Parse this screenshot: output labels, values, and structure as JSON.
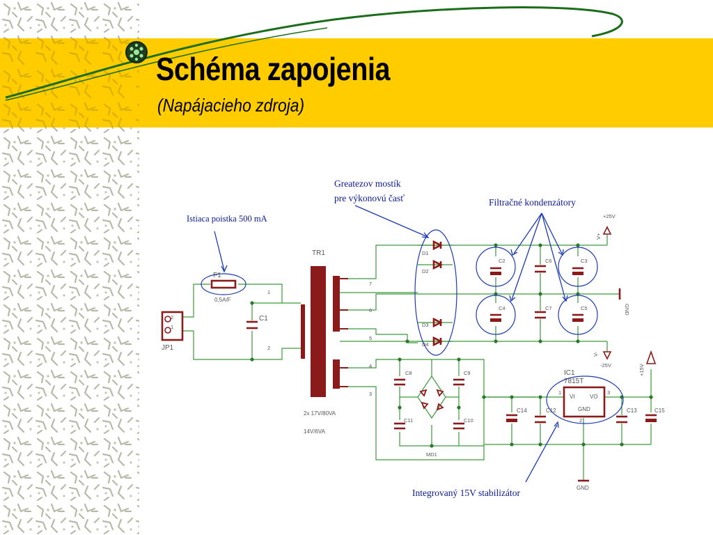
{
  "slide": {
    "title": "Schéma zapojenia",
    "subtitle": "(Napájacieho zdroja)"
  },
  "colors": {
    "banner": "#ffcc00",
    "wire": "#3a9a3a",
    "component": "#8b1a1a",
    "annotation": "#1a3ab4",
    "swoosh": "#1a7a1a"
  },
  "annotations": {
    "fuse": "Istiaca poistka 500 mA",
    "bridge_line1": "Greatezov mostík",
    "bridge_line2": "pre výkonovú časť",
    "filter": "Filtračné kondenzátory",
    "regulator": "Integrovaný 15V stabilizátor"
  },
  "components": {
    "tr1": "TR1",
    "tr1_rating1": "2x 17V/80VA",
    "tr1_rating2": "14V/6VA",
    "f1": "F1",
    "f1_value": "0,5A/F",
    "c1": "C1",
    "jp1": "JP1",
    "jp1_pin2": "2",
    "jp1_pin1": "1",
    "pin1": "1",
    "pin2": "2",
    "pin7": "7",
    "pin6": "6",
    "pin5": "5",
    "pin4": "4",
    "pin3": "3",
    "d1": "D1",
    "d2": "D2",
    "d3": "D3",
    "d4": "D4",
    "c2": "C2",
    "c3": "C3",
    "c4": "C4",
    "c5": "C5",
    "c6": "C6",
    "c7": "C7",
    "c8": "C8",
    "c9": "C9",
    "c10": "C10",
    "c11": "C11",
    "c12": "C12",
    "c13": "C13",
    "c14": "C14",
    "c15": "C15",
    "md1": "MD1",
    "ic1": "IC1",
    "ic1_part": "7815T",
    "ic1_vi": "VI",
    "ic1_vo": "VO",
    "ic1_gnd": "GND",
    "ic1_p1": "1",
    "ic1_p2": "2",
    "ic1_p3": "3",
    "plus25": "+25V",
    "vplus": "V+",
    "gnd_rail": "GND",
    "vminus": "V-",
    "minus25": "-25V",
    "plus15": "+15V",
    "gnd_bottom": "GND"
  }
}
